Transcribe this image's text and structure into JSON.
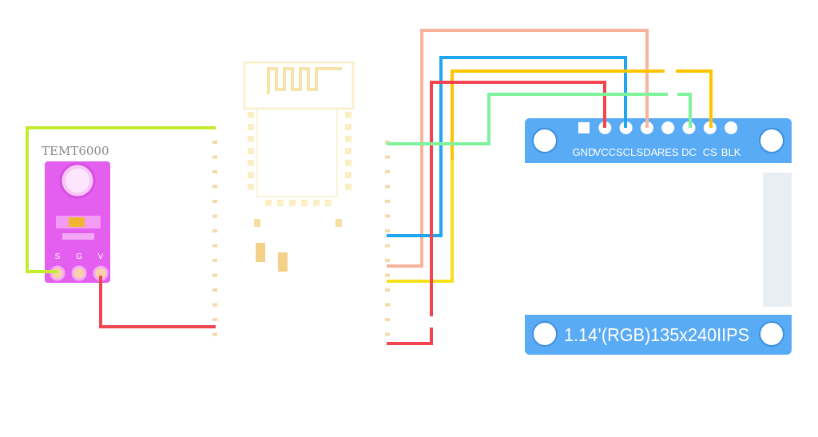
{
  "sensor": {
    "title": "TEMT6000",
    "board_color": "#e45ff0",
    "pins": [
      "S",
      "G",
      "V"
    ]
  },
  "display": {
    "pins": [
      "GND",
      "VCC",
      "SCL",
      "SDA",
      "RES",
      "DC",
      "CS",
      "BLK"
    ],
    "caption": "1.14’(RGB)135x240IIPS",
    "board_color": "#5aabf6"
  },
  "mcu": {
    "pin_color": "#f5d9a8"
  },
  "wires": {
    "sensor_signal": "#c3ec2e",
    "sensor_power": "#f2454f",
    "display_vcc": "#f2454f",
    "display_scl": "#1fa6f0",
    "display_sda": "#f8b49a",
    "display_dc": "#7ef39c",
    "display_cs": "#ffc400",
    "yellow_extra": "#f7e11a"
  }
}
